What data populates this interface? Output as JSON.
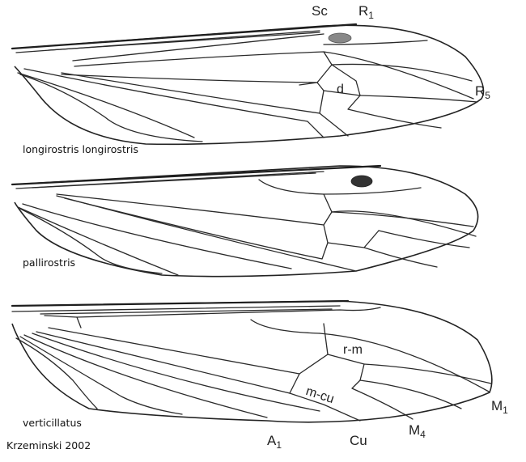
{
  "figure": {
    "credit": "Krzeminski 2002",
    "wings": [
      {
        "species": "longirostris longirostris",
        "vein_labels": {
          "sc": "Sc",
          "r1_base": "R",
          "r1_sub": "1",
          "r5_base": "R",
          "r5_sub": "5"
        },
        "cell_label": "d",
        "stigma": "present (dotted)"
      },
      {
        "species": "pallirostris",
        "stigma": "present (dark)"
      },
      {
        "species": "verticillatus",
        "vein_labels": {
          "rm": "r-m",
          "mcu": "m-cu",
          "a1_base": "A",
          "a1_sub": "1",
          "cu": "Cu",
          "m4_base": "M",
          "m4_sub": "4",
          "m1_base": "M",
          "m1_sub": "1"
        }
      }
    ]
  }
}
